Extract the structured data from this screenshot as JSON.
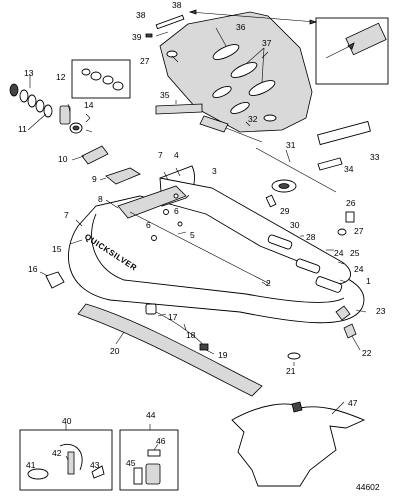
{
  "figure_number": "44602",
  "brand_label": "QUICKSILVER",
  "callouts": [
    "1",
    "2",
    "3",
    "4",
    "5",
    "6",
    "6",
    "7",
    "7",
    "8",
    "9",
    "10",
    "11",
    "12",
    "13",
    "14",
    "15",
    "16",
    "17",
    "18",
    "19",
    "20",
    "21",
    "22",
    "23",
    "24",
    "24",
    "25",
    "26",
    "27",
    "27",
    "28",
    "29",
    "30",
    "31",
    "32",
    "33",
    "34",
    "35",
    "36",
    "37",
    "38",
    "38",
    "39",
    "40",
    "41",
    "42",
    "43",
    "44",
    "45",
    "46",
    "47"
  ],
  "kit_boxes": [
    {
      "label": "40",
      "parts": [
        "41",
        "42",
        "43"
      ]
    },
    {
      "label": "44",
      "parts": [
        "45",
        "46"
      ]
    }
  ]
}
